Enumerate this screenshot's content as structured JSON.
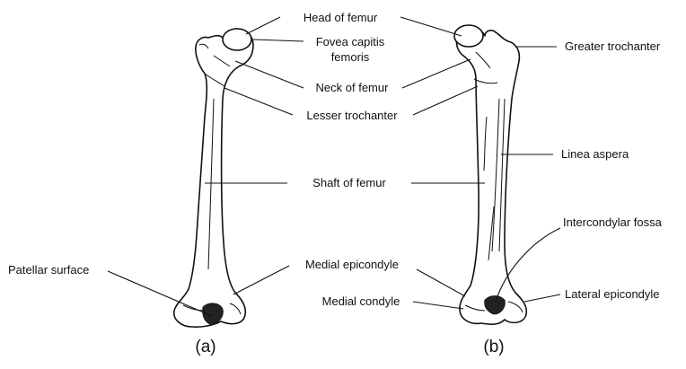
{
  "labels": {
    "head_of_femur": "Head of femur",
    "fovea_line1": "Fovea capitis",
    "fovea_line2": "femoris",
    "neck_of_femur": "Neck of femur",
    "lesser_trochanter": "Lesser trochanter",
    "shaft_of_femur": "Shaft of femur",
    "medial_epicondyle": "Medial epicondyle",
    "medial_condyle": "Medial condyle",
    "patellar_surface": "Patellar surface",
    "greater_trochanter": "Greater trochanter",
    "linea_aspera": "Linea aspera",
    "intercondylar_fossa": "Intercondylar fossa",
    "lateral_epicondyle": "Lateral epicondyle"
  },
  "panels": {
    "a": "(a)",
    "b": "(b)"
  }
}
